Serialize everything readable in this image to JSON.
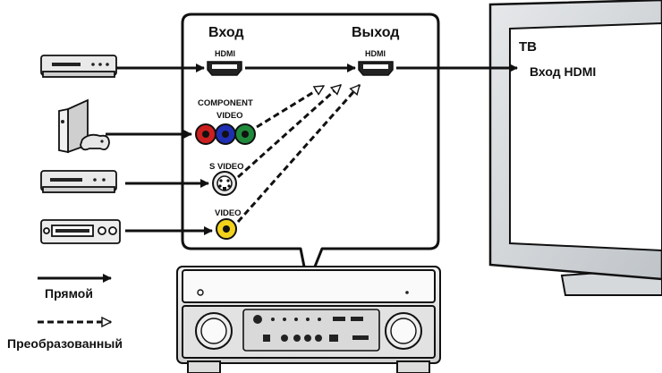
{
  "labels": {
    "input_header": "Вход",
    "output_header": "Выход",
    "hdmi_in": "HDMI",
    "hdmi_out": "HDMI",
    "component": "COMPONENT",
    "component_video": "VIDEO",
    "svideo": "S VIDEO",
    "video": "VIDEO",
    "tv": "ТВ",
    "tv_input": "Вход HDMI"
  },
  "legend": {
    "direct": "Прямой",
    "converted": "Преобразованный"
  },
  "colors": {
    "component_red": "#cc1f1f",
    "component_blue": "#1f2fb3",
    "component_green": "#1f8a3a",
    "composite_yellow": "#f2d21b",
    "tv_bezel": "#cfd3d6"
  },
  "icons": {
    "source1": "dvd-player-icon",
    "source2": "game-console-icon",
    "source3": "vcr-icon",
    "source4": "cassette-deck-icon",
    "receiver": "av-receiver-icon",
    "tv": "tv-icon"
  }
}
